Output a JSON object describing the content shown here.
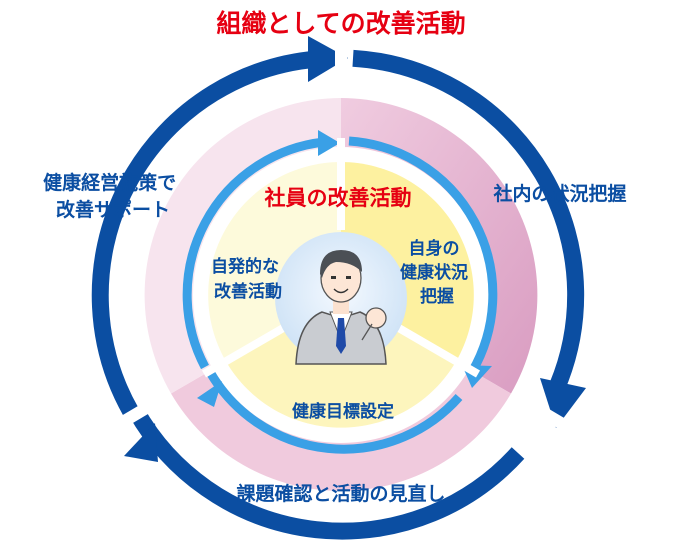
{
  "title": "組織としての改善活動",
  "outer_segments": [
    {
      "lines": [
        "社内の状況把握"
      ]
    },
    {
      "lines": [
        "課題確認と活動の見直し"
      ]
    },
    {
      "lines": [
        "健康経営施策で",
        "改善サポート"
      ]
    }
  ],
  "inner_title": "社員の改善活動",
  "inner_segments": [
    {
      "lines": [
        "自身の",
        "健康状況",
        "把握"
      ]
    },
    {
      "lines": [
        "健康目標設定"
      ]
    },
    {
      "lines": [
        "自発的な",
        "改善活動"
      ]
    }
  ],
  "center_figure": "businessman-avatar",
  "colors": {
    "title_red": "#e60012",
    "outer_arrow": "#0b4ea2",
    "inner_arrow": "#3aa0e6",
    "outer_right_fill": "#e2b3cf",
    "outer_bottom_fill": "#efc9dc",
    "outer_left_fill": "#f6e3ee",
    "inner_right_fill": "#fdf3a8",
    "inner_fill": "#fdf7c8",
    "inner_left_fill": "#fdfbe0",
    "label_dark": "#0b4ea2"
  }
}
